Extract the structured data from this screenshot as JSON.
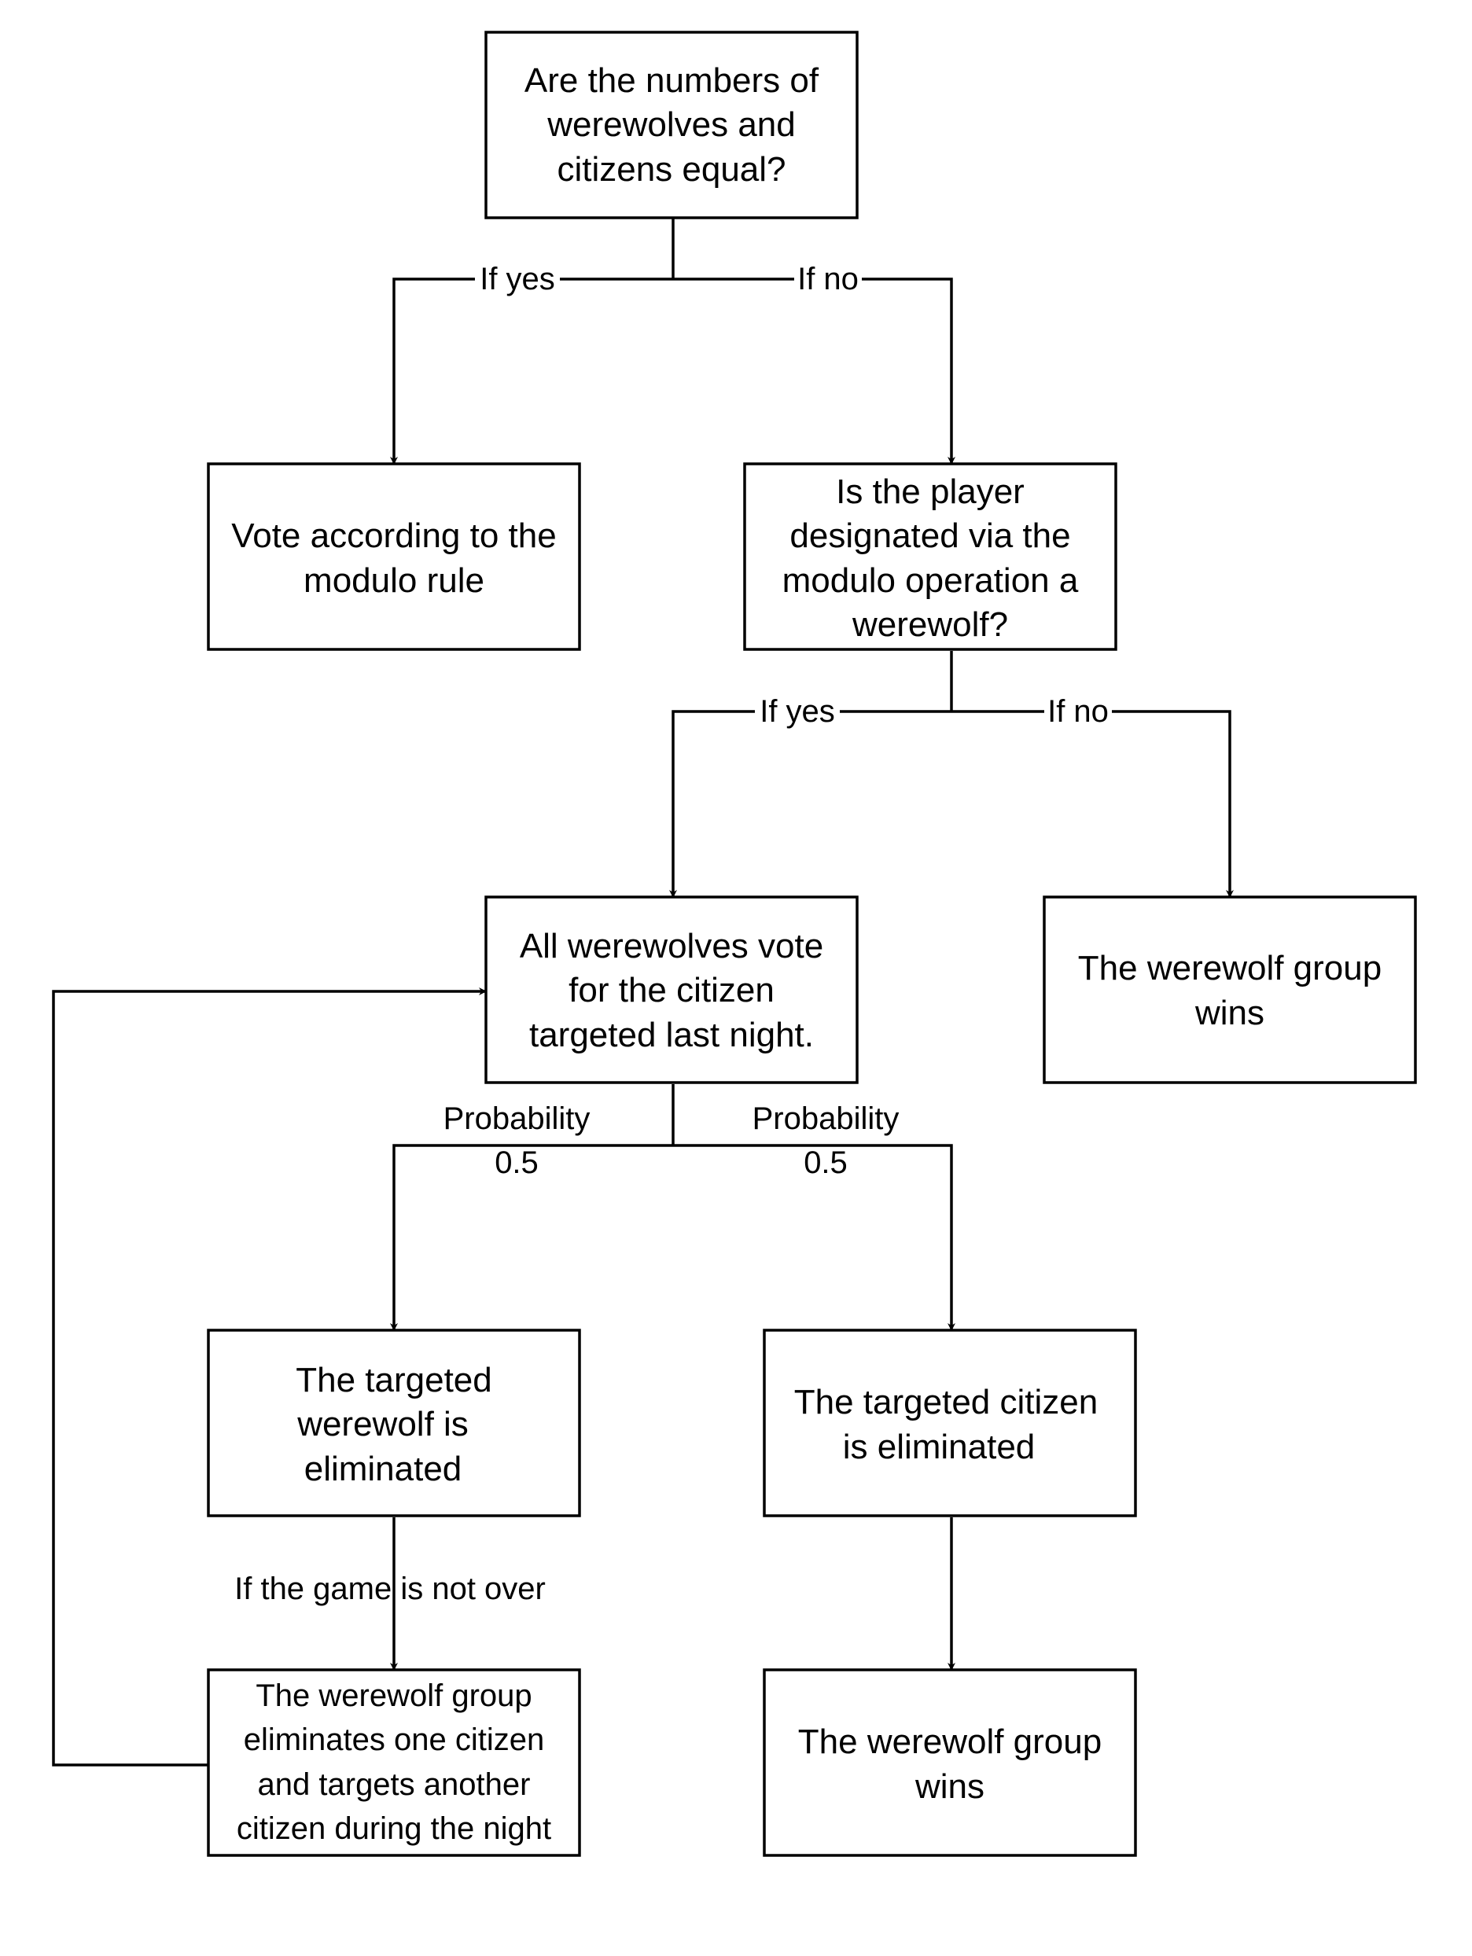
{
  "nodes": {
    "equal_question": [
      "Are the numbers of",
      "werewolves and",
      "citizens equal?"
    ],
    "vote_modulo": [
      "Vote according to the",
      "modulo rule"
    ],
    "designated_question": [
      "Is the player",
      "designated via the",
      "modulo operation a",
      "werewolf?"
    ],
    "werewolves_vote": [
      "All werewolves vote",
      "for the citizen",
      "targeted last night."
    ],
    "werewolf_wins_right": [
      "The werewolf group",
      "wins"
    ],
    "werewolf_eliminated": [
      "The targeted",
      "werewolf is",
      "eliminated"
    ],
    "citizen_eliminated": [
      "The targeted citizen",
      "is eliminated"
    ],
    "night_action": [
      "The werewolf group",
      "eliminates one citizen",
      "and targets another",
      "citizen during the night"
    ],
    "werewolf_wins_bottom": [
      "The werewolf group",
      "wins"
    ]
  },
  "edges": {
    "if_yes_1": "If yes",
    "if_no_1": "If no",
    "if_yes_2": "If yes",
    "if_no_2": "If no",
    "prob_left": [
      "Probability",
      "0.5"
    ],
    "prob_right": [
      "Probability",
      "0.5"
    ],
    "not_over": "If the game is not over"
  }
}
